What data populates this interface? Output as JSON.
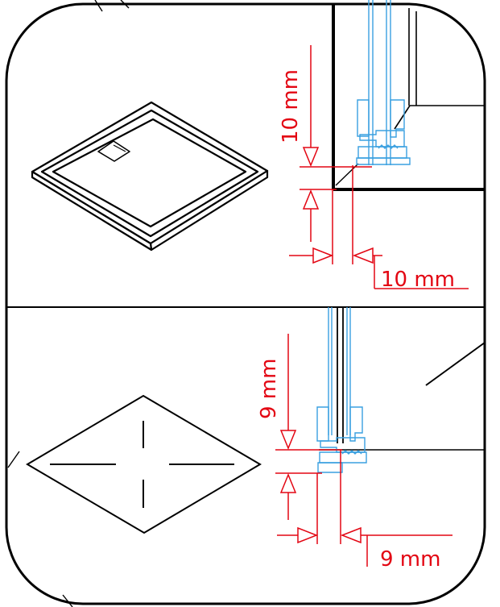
{
  "colors": {
    "outline": "#000000",
    "dimension": "#e30613",
    "profile": "#3aa0e0",
    "background": "#ffffff"
  },
  "top_panel": {
    "vertical_dimension": "10 mm",
    "horizontal_dimension": "10 mm"
  },
  "bottom_panel": {
    "vertical_dimension": "9 mm",
    "horizontal_dimension": "9 mm"
  }
}
